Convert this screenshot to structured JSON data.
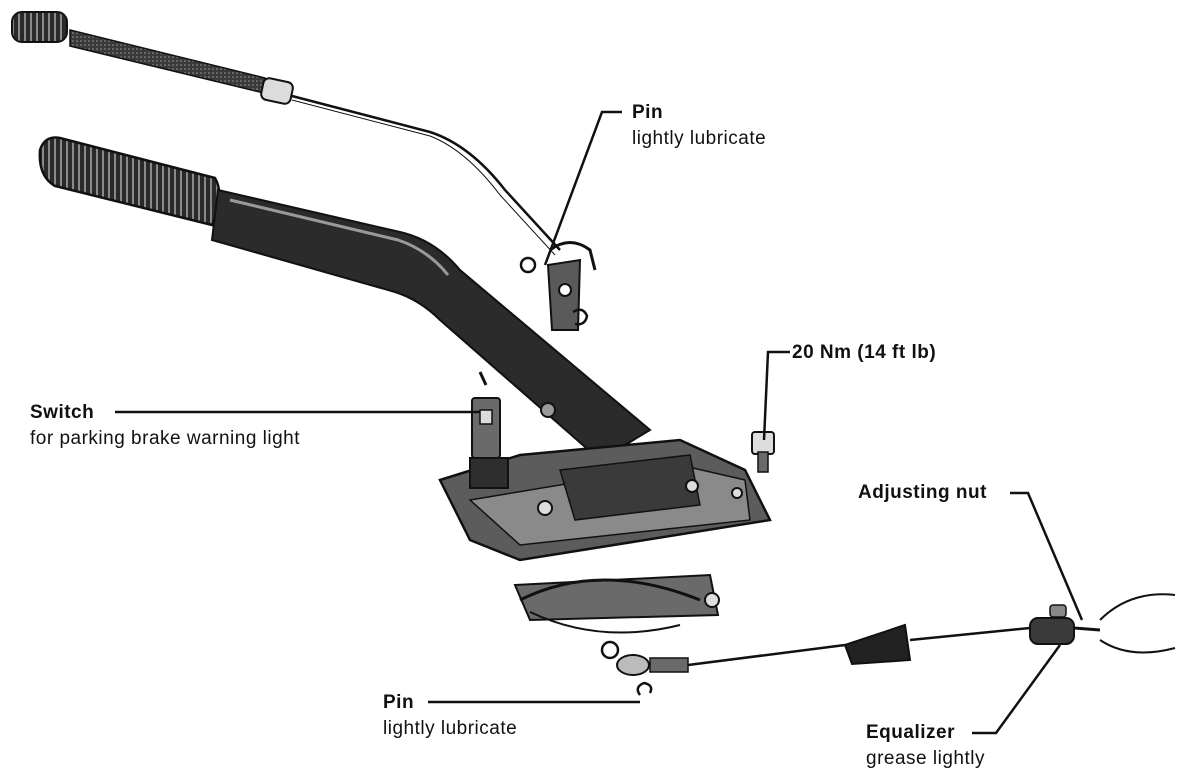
{
  "diagram": {
    "colors": {
      "ink": "#111111",
      "paper": "#ffffff",
      "metal": "#6f6f6f",
      "dark": "#2a2a2a"
    },
    "labels": {
      "pin_top": {
        "title": "Pin",
        "sub": "lightly lubricate"
      },
      "torque": {
        "title": "20 Nm (14 ft lb)"
      },
      "switch": {
        "title": "Switch",
        "sub": "for parking brake warning light"
      },
      "adjusting_nut": {
        "title": "Adjusting nut"
      },
      "pin_bottom": {
        "title": "Pin",
        "sub": "lightly lubricate"
      },
      "equalizer": {
        "title": "Equalizer",
        "sub": "grease lightly"
      }
    }
  }
}
